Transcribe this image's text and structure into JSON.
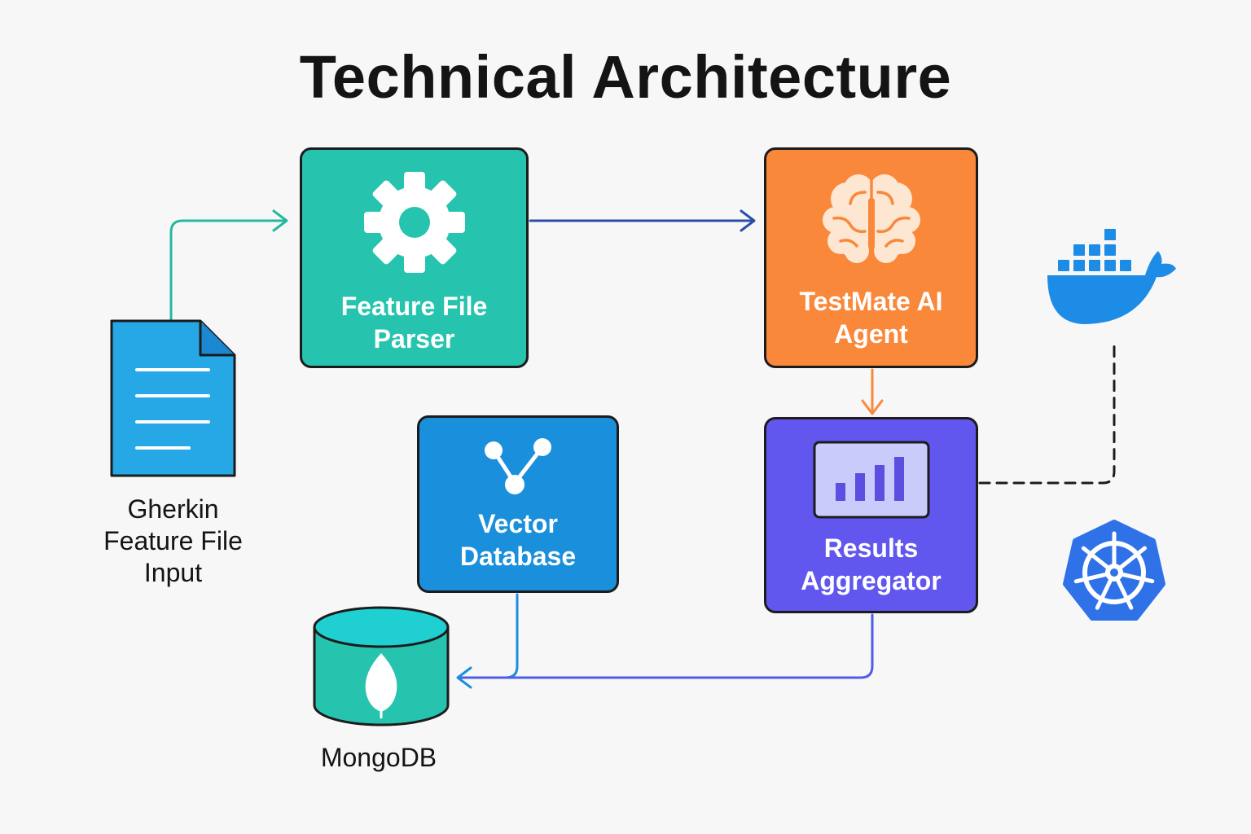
{
  "title": "Technical Architecture",
  "nodes": {
    "gherkin": {
      "label": "Gherkin\nFeature File\nInput",
      "icon": "document-icon"
    },
    "parser": {
      "label": "Feature File\nParser",
      "icon": "gear-icon",
      "color": "#26c4ae"
    },
    "agent": {
      "label": "TestMate AI\nAgent",
      "icon": "brain-icon",
      "color": "#fa883a"
    },
    "vector": {
      "label": "Vector\nDatabase",
      "icon": "graph-nodes-icon",
      "color": "#1a8fdb"
    },
    "aggregator": {
      "label": "Results\nAggregator",
      "icon": "bar-chart-icon",
      "color": "#6157ee"
    },
    "mongodb": {
      "label": "MongoDB",
      "icon": "database-cylinder-icon",
      "color": "#26c4ae"
    },
    "docker": {
      "icon": "docker-whale-icon",
      "color": "#1d8ce6"
    },
    "kubernetes": {
      "icon": "kubernetes-helm-icon",
      "color": "#2f72e8"
    }
  },
  "edges": [
    {
      "from": "gherkin",
      "to": "parser",
      "style": "solid",
      "color": "#26b8a0"
    },
    {
      "from": "parser",
      "to": "agent",
      "style": "solid",
      "color": "#2a4fa8"
    },
    {
      "from": "agent",
      "to": "aggregator",
      "style": "solid",
      "color": "#fa883a"
    },
    {
      "from": "vector",
      "to": "mongodb",
      "style": "solid",
      "color": "#1a8fdb"
    },
    {
      "from": "aggregator",
      "to": "mongodb",
      "style": "solid",
      "color": "#4f5ee8"
    },
    {
      "from": "aggregator",
      "to": "docker",
      "style": "dashed",
      "color": "#1c1c1c"
    }
  ]
}
